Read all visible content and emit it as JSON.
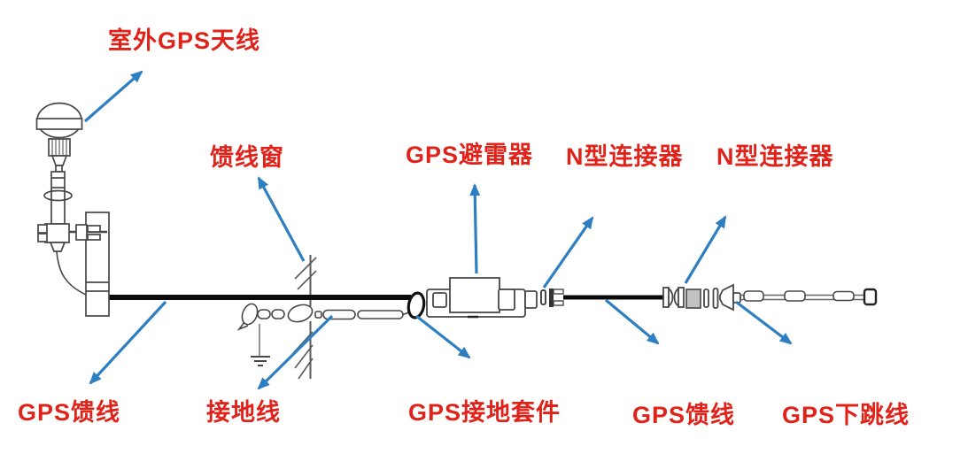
{
  "diagram": {
    "kind": "gps-antenna-feeder-installation-schematic",
    "labels": {
      "outdoor_gps_antenna": "室外GPS天线",
      "feeder_window": "馈线窗",
      "gps_lightning_arrester": "GPS避雷器",
      "n_type_connector_1": "N型连接器",
      "n_type_connector_2": "N型连接器",
      "gps_feeder_left": "GPS馈线",
      "grounding_wire": "接地线",
      "gps_grounding_kit": "GPS接地套件",
      "gps_feeder_right": "GPS馈线",
      "gps_jumper_cable": "GPS下跳线"
    },
    "colors": {
      "label_text": "#e0231a",
      "arrow_blue": "#2e7fc1",
      "outline_gray": "#474747",
      "cable_black": "#0b0b0b",
      "connector_gray_fill": "#c2c2c2",
      "background": "#ffffff"
    }
  }
}
